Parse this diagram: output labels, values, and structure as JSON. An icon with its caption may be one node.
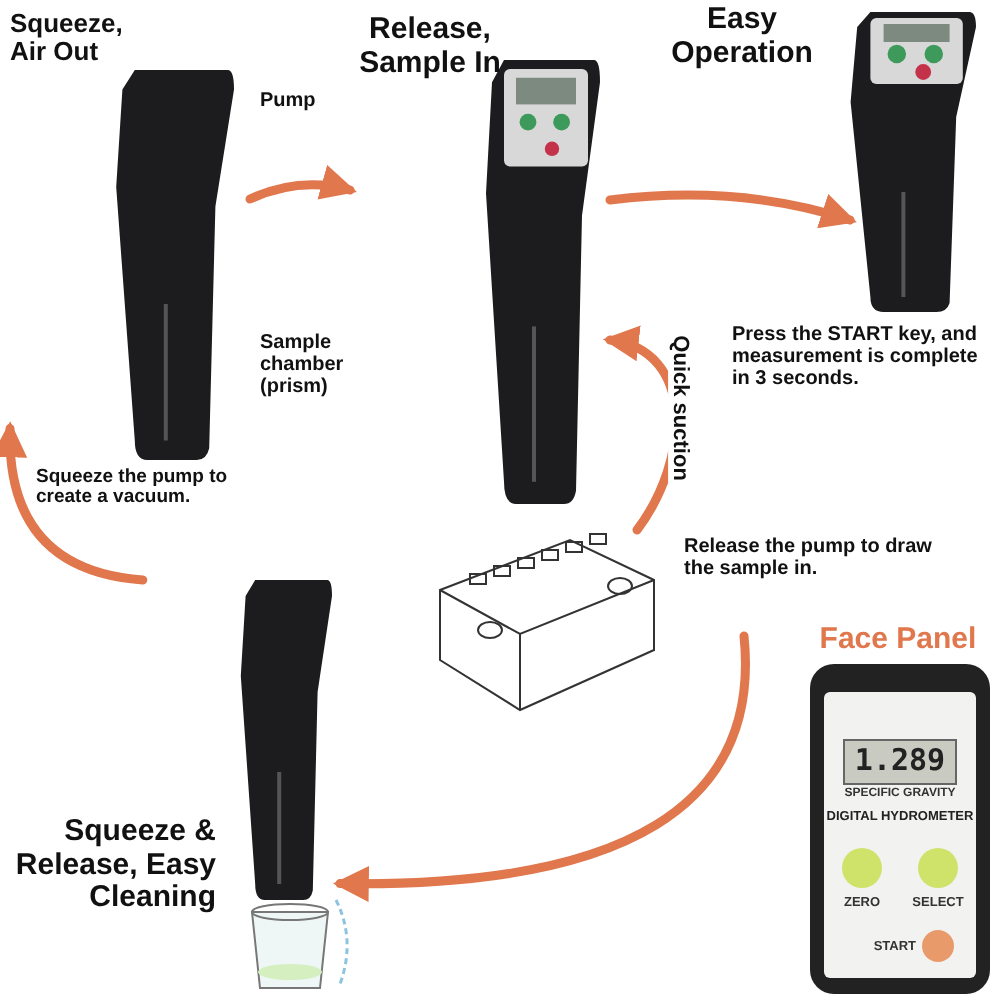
{
  "diagram": {
    "nodes": [
      {
        "text": [
          "Squeeze, Air Out"
        ]
      },
      {
        "text": [
          "Release, Sample In"
        ]
      },
      {
        "text": [
          "Easy Operation"
        ],
        "beside": [
          "Press the START key, and measurement is complete in 3 seconds."
        ]
      },
      {
        "text": [],
        "shape": "picture"
      },
      {
        "text": [
          "Squeeze & Release, Easy Cleaning"
        ]
      },
      {
        "text": [
          "Face Panel",
          "1.289",
          "SPECIFIC GRAVITY",
          "DIGITAL HYDROMETER",
          "ZERO",
          "SELECT",
          "START"
        ]
      }
    ],
    "edges": [
      {
        "from": 0,
        "to": 1,
        "arrow": "to"
      },
      {
        "from": 1,
        "to": 2,
        "arrow": "to"
      },
      {
        "from": 3,
        "to": 1,
        "arrow": "to",
        "label": "Quick suction"
      },
      {
        "from": null,
        "to": 4,
        "arrow": "to"
      },
      {
        "from": 4,
        "to": 0,
        "arrow": "to"
      }
    ],
    "labels": [
      "Pump",
      "Sample chamber (prism)",
      "Squeeze the pump to create a vacuum.",
      "Release the pump to draw the sample in."
    ]
  }
}
